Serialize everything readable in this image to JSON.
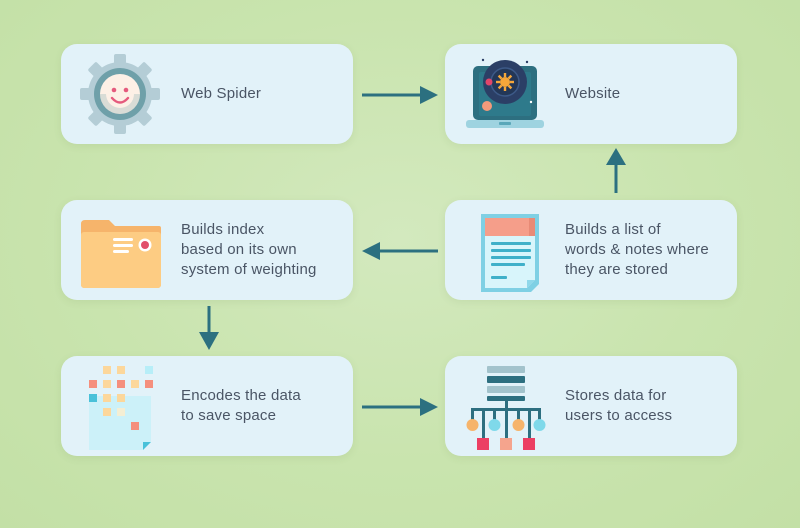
{
  "nodes": {
    "web_spider": {
      "label": "Web Spider",
      "icon": "gear-smiley-icon"
    },
    "website": {
      "label": "Website",
      "icon": "laptop-globe-icon"
    },
    "builds_index": {
      "label": "Builds index\nbased on its own\nsystem of weighting",
      "icon": "folder-icon"
    },
    "builds_list": {
      "label": "Builds a list of\nwords & notes where\nthey are stored",
      "icon": "document-list-icon"
    },
    "encodes_data": {
      "label": "Encodes the data\nto save space",
      "icon": "encoded-grid-icon"
    },
    "stores_data": {
      "label": "Stores data for\nusers to access",
      "icon": "database-tree-icon"
    }
  },
  "colors": {
    "arrow": "#2c7080",
    "card": "#e2f2f9",
    "text": "#4a5565",
    "background": "#c9e4ae"
  }
}
